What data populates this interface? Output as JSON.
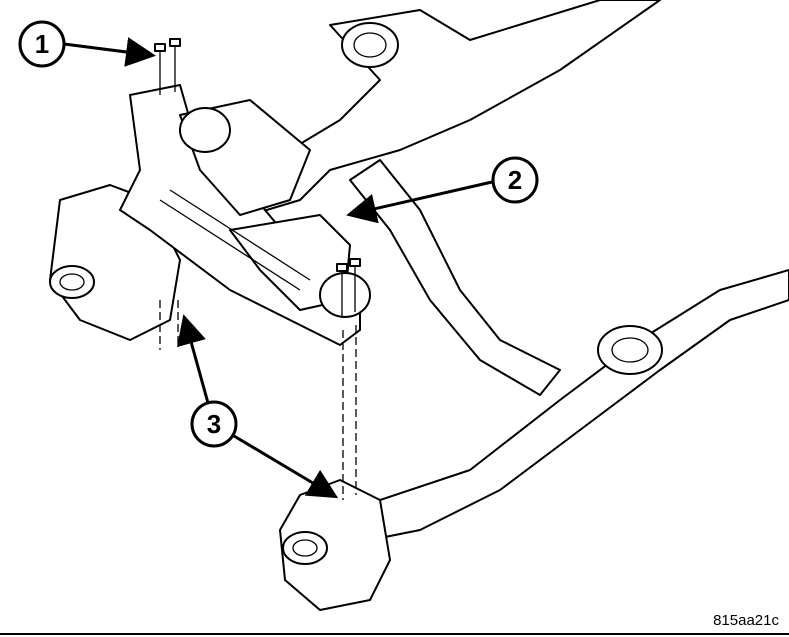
{
  "callouts": [
    {
      "number": "1"
    },
    {
      "number": "2"
    },
    {
      "number": "3"
    }
  ],
  "figure_id": "815aa21c"
}
